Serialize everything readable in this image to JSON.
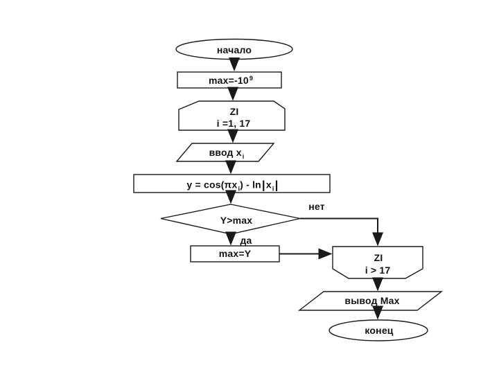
{
  "diagram": {
    "background_color": "#ffffff",
    "line_color": "#1a1a1a",
    "text_color": "#111111",
    "nodes": {
      "start": {
        "label": "начало"
      },
      "init": {
        "base": "max=-10",
        "superscript": "9"
      },
      "loop_start": {
        "title": "ZI",
        "condition": "i =1, 17"
      },
      "input": {
        "base": "ввод x",
        "subscript": "i"
      },
      "formula": {
        "p1": "y = cos(πx",
        "sub1": "i",
        "p2": ") - ln",
        "bar1": "|",
        "p3": "x",
        "sub2": "i",
        "bar2": "|"
      },
      "decision": {
        "label": "Y>max"
      },
      "assign": {
        "label": "max=Y"
      },
      "loop_end": {
        "title": "ZI",
        "condition": "i > 17"
      },
      "output": {
        "label": "вывод Max"
      },
      "end": {
        "label": "конец"
      }
    },
    "edge_labels": {
      "no": "нет",
      "yes": "да"
    }
  }
}
